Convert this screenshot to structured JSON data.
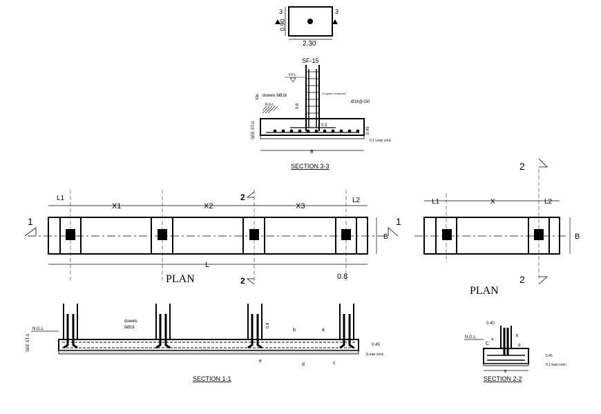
{
  "top_detail": {
    "width_label": "2.30",
    "height_label": "0.90",
    "section_mark": "3"
  },
  "section_3_3": {
    "title": "SECTION 3-3",
    "column_tag": "SF-15",
    "ffl": "F.F.L",
    "dowels": "dowels 8Ø16",
    "bitumen": "3 Layers of bitumen",
    "var": "Var.",
    "ngl": "N.G.L.",
    "bar": "Ø16@150",
    "dim_06": "0.6",
    "dim_03": "0.3",
    "dim_045": "0.45",
    "see": "SEE ST-0",
    "lean": "0.1 Lean conc",
    "b": "B"
  },
  "plan_1": {
    "title": "PLAN",
    "labels": {
      "l1": "L1",
      "x1": "X1",
      "x2": "X2",
      "x3": "X3",
      "l2": "L2",
      "l": "L",
      "b": "B"
    },
    "cut_1": "1",
    "cut_2": "2",
    "dim_08": "0.8"
  },
  "plan_2": {
    "title": "PLAN",
    "labels": {
      "l1": "L1",
      "x": "X",
      "l2": "L2",
      "b": "B"
    },
    "cut_2": "2"
  },
  "section_1_1": {
    "title": "SECTION 1-1",
    "ngl": "N.G.L.",
    "see": "SEE ST-0",
    "dowels": "dowels",
    "dowels_size": "8Ø16",
    "dim_08": "0.8",
    "dim_045": "0.45",
    "lean": ".1Lean conc",
    "a": "a",
    "b": "b",
    "c": "c",
    "d": "d",
    "e": "e"
  },
  "section_2_2": {
    "title": "SECTION 2-2",
    "ngl": "N.G.L.",
    "dim_040": "0.40",
    "dim_045": "0.45",
    "lean": "0.1 lean conc.",
    "a": "a",
    "b": "b",
    "c": "C",
    "d": "d",
    "B": "B"
  }
}
